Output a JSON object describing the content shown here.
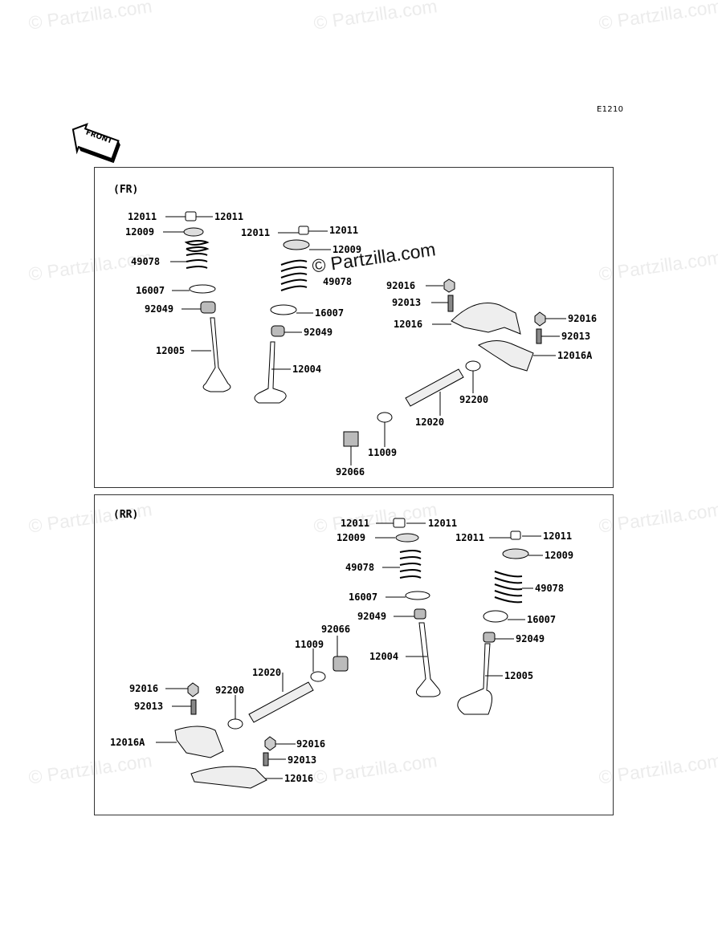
{
  "diagram_code": "E1210",
  "front_label": "FRONT",
  "watermark": "© Partzilla.com",
  "sections": {
    "fr": {
      "title": "(FR)",
      "labels": [
        "12011",
        "12011",
        "12009",
        "49078",
        "16007",
        "92049",
        "12005",
        "12011",
        "12011",
        "12009",
        "49078",
        "16007",
        "92049",
        "12004",
        "92016",
        "92013",
        "12016",
        "92016",
        "92013",
        "12016A",
        "92200",
        "12020",
        "11009",
        "92066"
      ]
    },
    "rr": {
      "title": "(RR)",
      "labels": [
        "12011",
        "12011",
        "12009",
        "49078",
        "16007",
        "92049",
        "12004",
        "12011",
        "12011",
        "12009",
        "49078",
        "16007",
        "92049",
        "12005",
        "92066",
        "11009",
        "12020",
        "92200",
        "92016",
        "92013",
        "12016A",
        "92016",
        "92013",
        "12016"
      ]
    }
  }
}
